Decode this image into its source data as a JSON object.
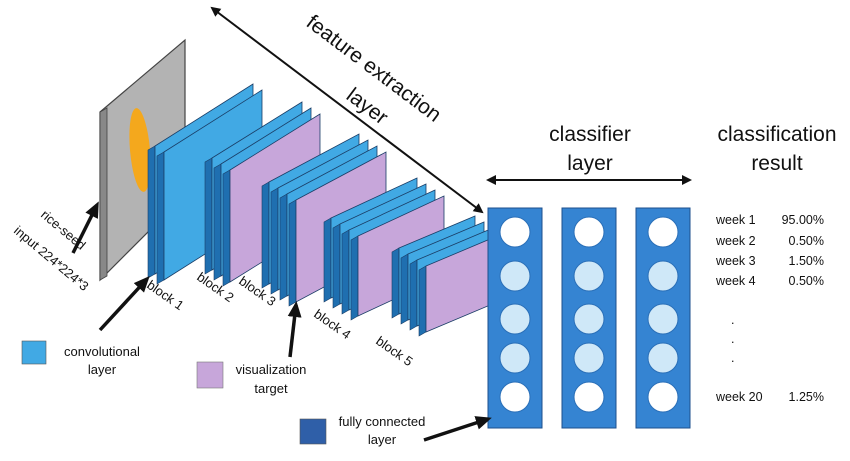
{
  "titles": {
    "feature_line1": "feature extraction",
    "feature_line2": "layer",
    "classifier_line1": "classifier",
    "classifier_line2": "layer",
    "result_line1": "classification",
    "result_line2": "result"
  },
  "input": {
    "line1": "rice-seed",
    "line2": "input 224*224*3"
  },
  "blocks": [
    "block 1",
    "block 2",
    "block 3",
    "block 4",
    "block 5"
  ],
  "legend": {
    "conv_line1": "convolutional",
    "conv_line2": "layer",
    "vis_line1": "visualization",
    "vis_line2": "target",
    "fc_line1": "fully connected",
    "fc_line2": "layer"
  },
  "results": [
    {
      "week": "week 1",
      "value": "95.00%"
    },
    {
      "week": "week 2",
      "value": "0.50%"
    },
    {
      "week": "week 3",
      "value": "1.50%"
    },
    {
      "week": "week 4",
      "value": "0.50%"
    }
  ],
  "ellipsis": [
    ".",
    ".",
    "."
  ],
  "last_result": {
    "week": "week 20",
    "value": "1.25%"
  },
  "colors": {
    "conv": "#41a9e4",
    "conv_side": "#1f6fb0",
    "vis": "#c7a6da",
    "fc": "#2f5fa8",
    "fc_column": "#3584d2",
    "input": "#b3b3b3",
    "seed": "#f4a81d"
  }
}
